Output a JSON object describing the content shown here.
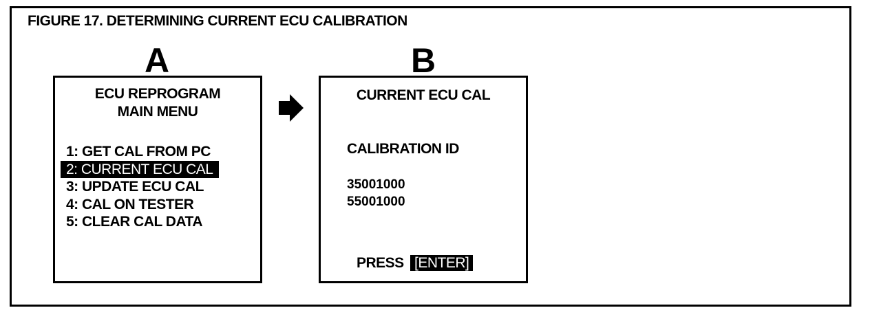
{
  "figure": {
    "title": "FIGURE 17.  DETERMINING CURRENT ECU CALIBRATION"
  },
  "panel_a": {
    "letter": "A",
    "heading_line1": "ECU REPROGRAM",
    "heading_line2": "MAIN MENU",
    "menu_items": [
      "1:  GET CAL FROM PC",
      "2: CURRENT ECU CAL",
      "3:  UPDATE ECU CAL",
      "4:  CAL ON TESTER",
      "5:  CLEAR CAL DATA"
    ],
    "selected_index": 1
  },
  "panel_b": {
    "letter": "B",
    "heading": "CURRENT ECU CAL",
    "id_label": "CALIBRATION ID",
    "calibration_ids": [
      "35001000",
      "55001000"
    ],
    "press_label": "PRESS",
    "enter_key": "[ENTER]"
  },
  "icons": {
    "transition": "right-arrow-icon"
  },
  "colors": {
    "ink": "#000000",
    "paper": "#ffffff"
  }
}
